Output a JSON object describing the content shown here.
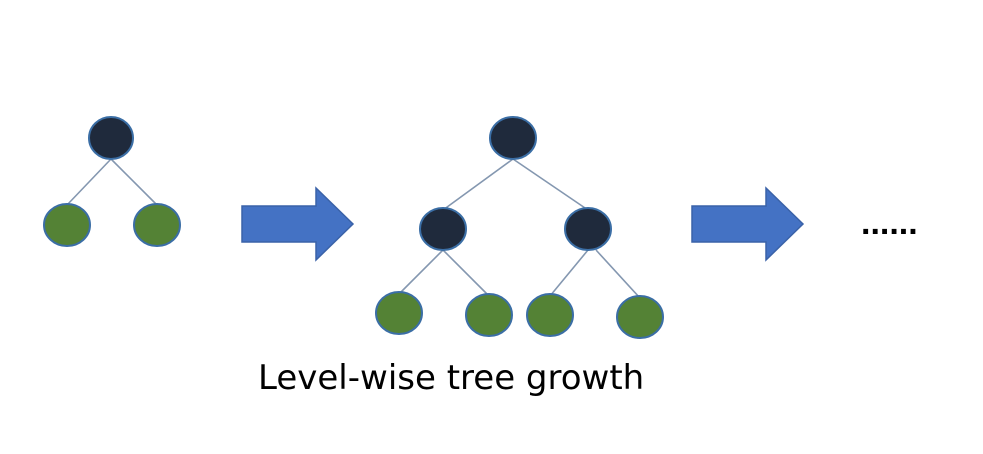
{
  "caption": "Level-wise tree growth",
  "ellipsis": "......",
  "colors": {
    "internal_node": "#1f2a3c",
    "leaf_node": "#548235",
    "node_outline": "#3b6ea5",
    "edge": "#8497b0",
    "arrow": "#4472c4"
  },
  "stages": [
    {
      "depth": 1,
      "internal_nodes": 1,
      "leaves": 2
    },
    {
      "depth": 2,
      "internal_nodes": 3,
      "leaves": 4
    }
  ]
}
